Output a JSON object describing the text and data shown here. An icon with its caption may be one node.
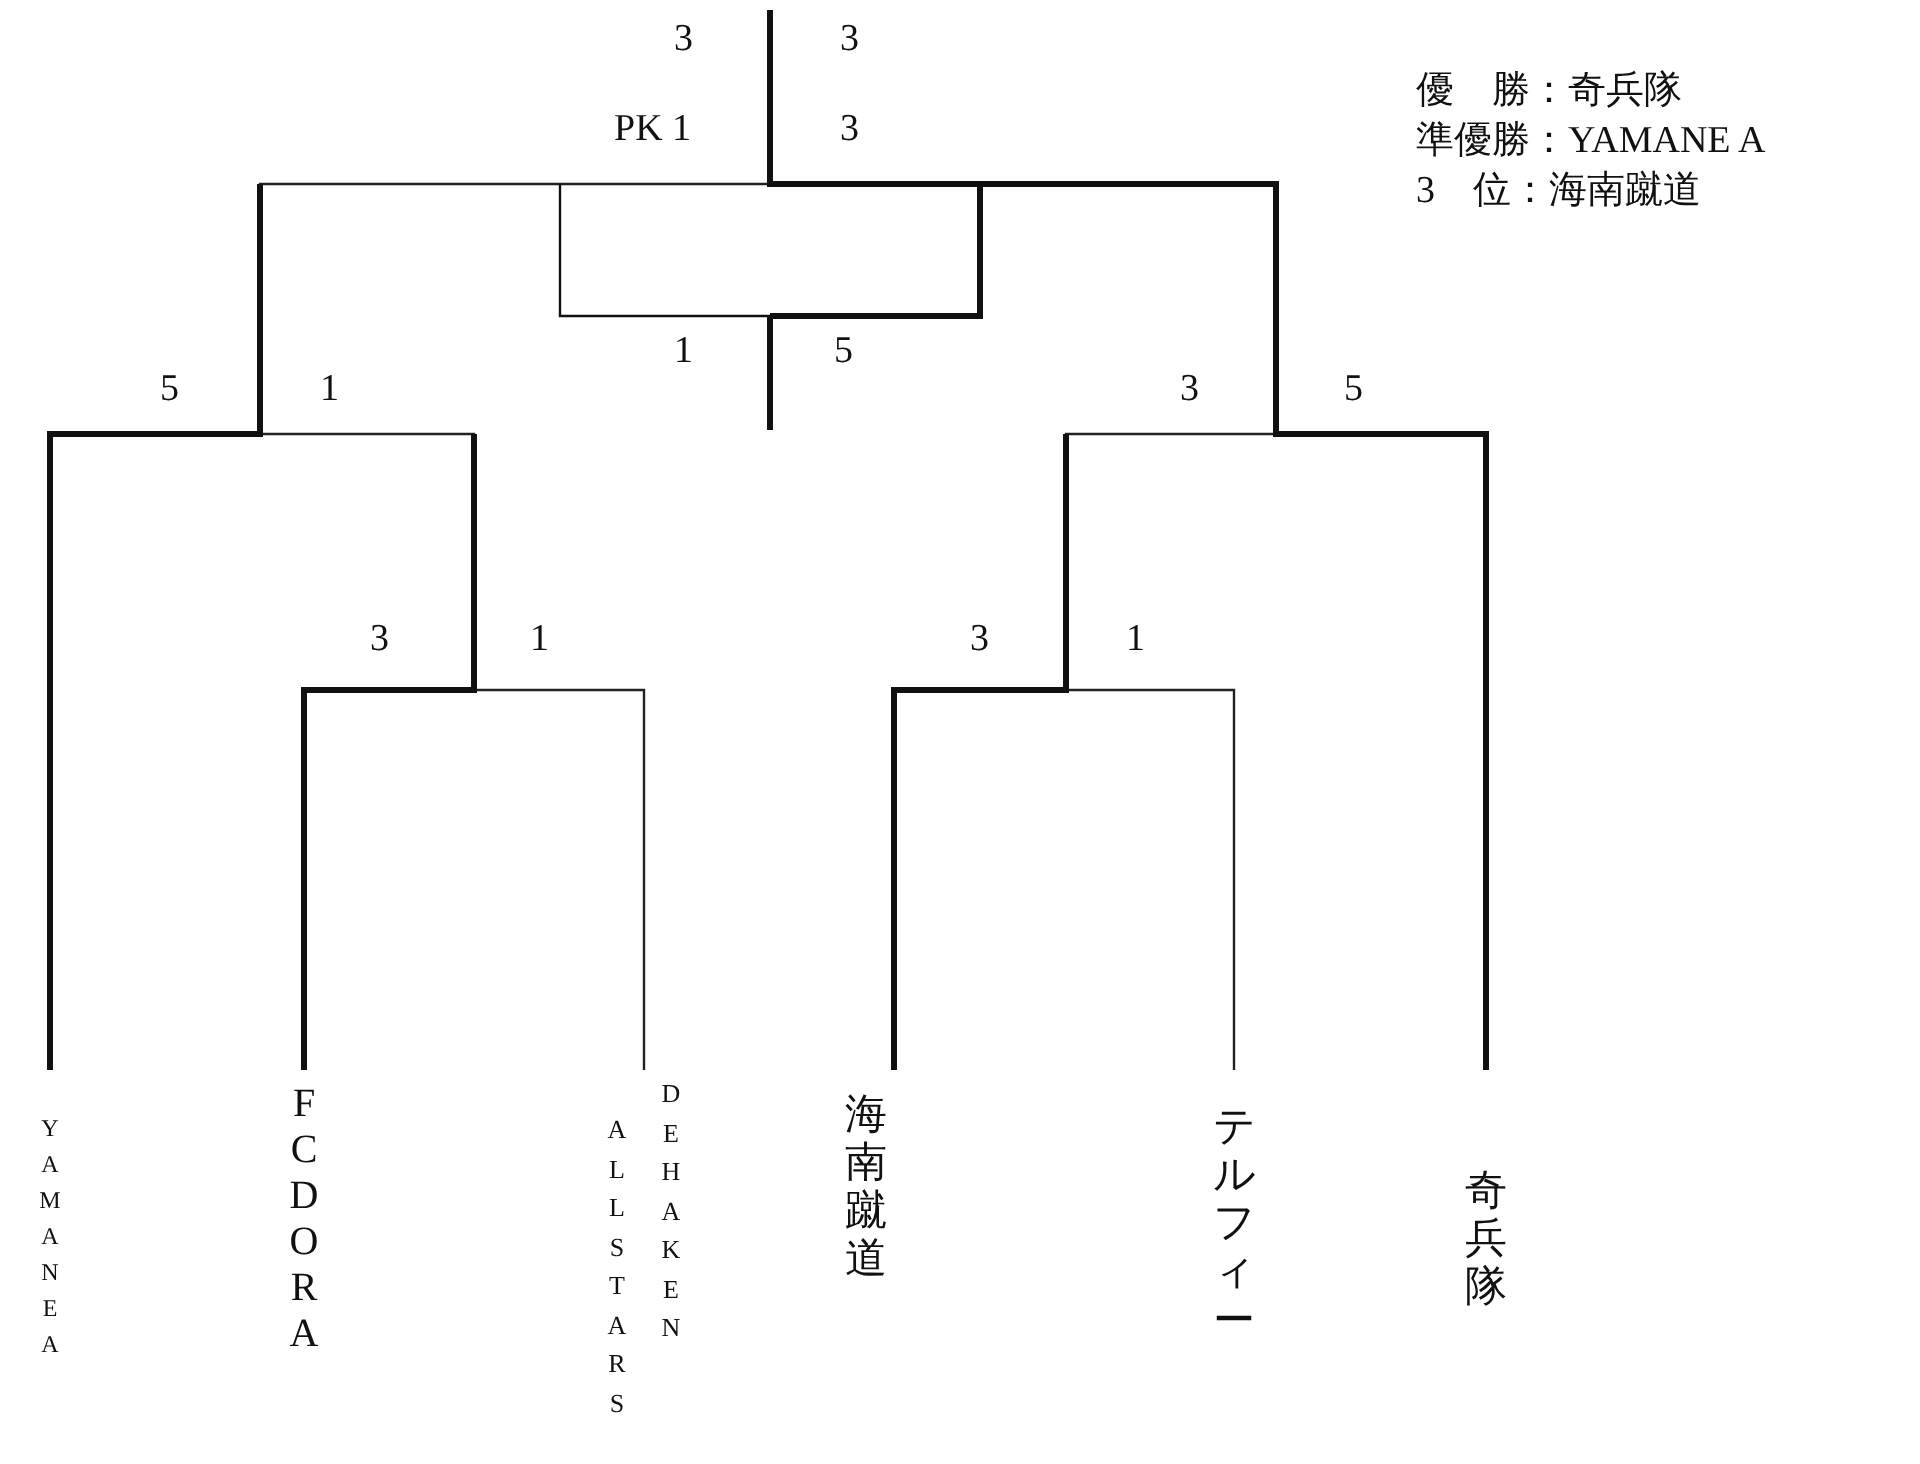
{
  "diagram": {
    "nodes": [
      {
        "text": [
          "YAMANE A"
        ]
      },
      {
        "text": [
          "FC DORA"
        ]
      },
      {
        "text": [
          "ALL STARS",
          "DEHAKEN"
        ]
      },
      {
        "text": [
          "海南蹴道"
        ]
      },
      {
        "text": [
          "テルフィー"
        ]
      },
      {
        "text": [
          "奇兵隊"
        ]
      }
    ],
    "edges": [
      {
        "from": 1,
        "to": 2,
        "arrow": "none"
      },
      {
        "from": 3,
        "to": 4,
        "arrow": "none"
      },
      {
        "from": 0,
        "to": 1,
        "arrow": "none"
      },
      {
        "from": 3,
        "to": 5,
        "arrow": "none"
      },
      {
        "from": 0,
        "to": 5,
        "arrow": "none"
      }
    ],
    "labels": [
      "3",
      "3",
      "PK 1",
      "3",
      "1",
      "5",
      "5",
      "1",
      "3",
      "5",
      "3",
      "1",
      "3",
      "1",
      "優　勝：奇兵隊",
      "準優勝：YAMANE A",
      "3　位：海南蹴道"
    ]
  }
}
